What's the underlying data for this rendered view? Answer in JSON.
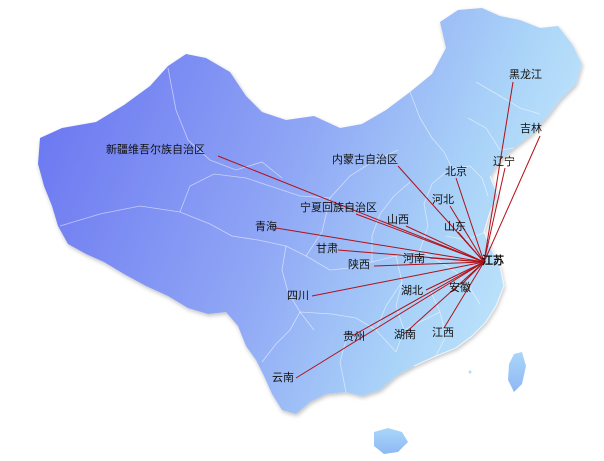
{
  "map": {
    "colors": {
      "land_west": "#6f7cf2",
      "land_east": "#bfe4fb",
      "route": "#b01018",
      "label": "#111111"
    },
    "hub": "江苏",
    "provinces": {
      "heilongjiang": "黑龙江",
      "jilin": "吉林",
      "liaoning": "辽宁",
      "xinjiang": "新疆维吾尔族自治区",
      "inner_mongolia": "内蒙古自治区",
      "beijing": "北京",
      "hebei": "河北",
      "ningxia": "宁夏回族自治区",
      "shanxi": "山西",
      "shandong": "山东",
      "qinghai": "青海",
      "gansu": "甘肃",
      "henan": "河南",
      "shaanxi": "陕西",
      "jiangsu": "江苏",
      "sichuan": "四川",
      "hubei": "湖北",
      "anhui": "安徽",
      "guizhou": "贵州",
      "hunan": "湖南",
      "jiangxi": "江西",
      "yunnan": "云南"
    }
  }
}
